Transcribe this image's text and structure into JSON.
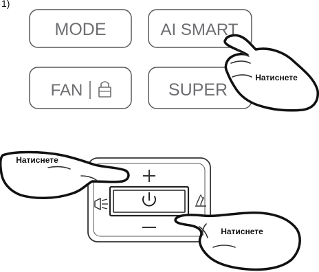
{
  "step_label": "1)",
  "buttons": {
    "mode": "MODE",
    "ai_smart": "AI SMART",
    "fan": "FAN",
    "super": "SUPER"
  },
  "icons": {
    "lock": "lock-icon",
    "plus": "plus-icon",
    "minus": "minus-icon",
    "power": "power-icon",
    "left_side": "air-flow-icon",
    "right_side": "heater-icon",
    "hand": "pointing-hand-icon"
  },
  "callouts": {
    "press_ai_smart": "Натиснете",
    "press_plus": "Натиснете",
    "press_minus": "Натиснете"
  },
  "colors": {
    "button_text": "#6d6e71",
    "button_border": "#5a5a5a",
    "outline": "#111111",
    "background": "#ffffff"
  }
}
